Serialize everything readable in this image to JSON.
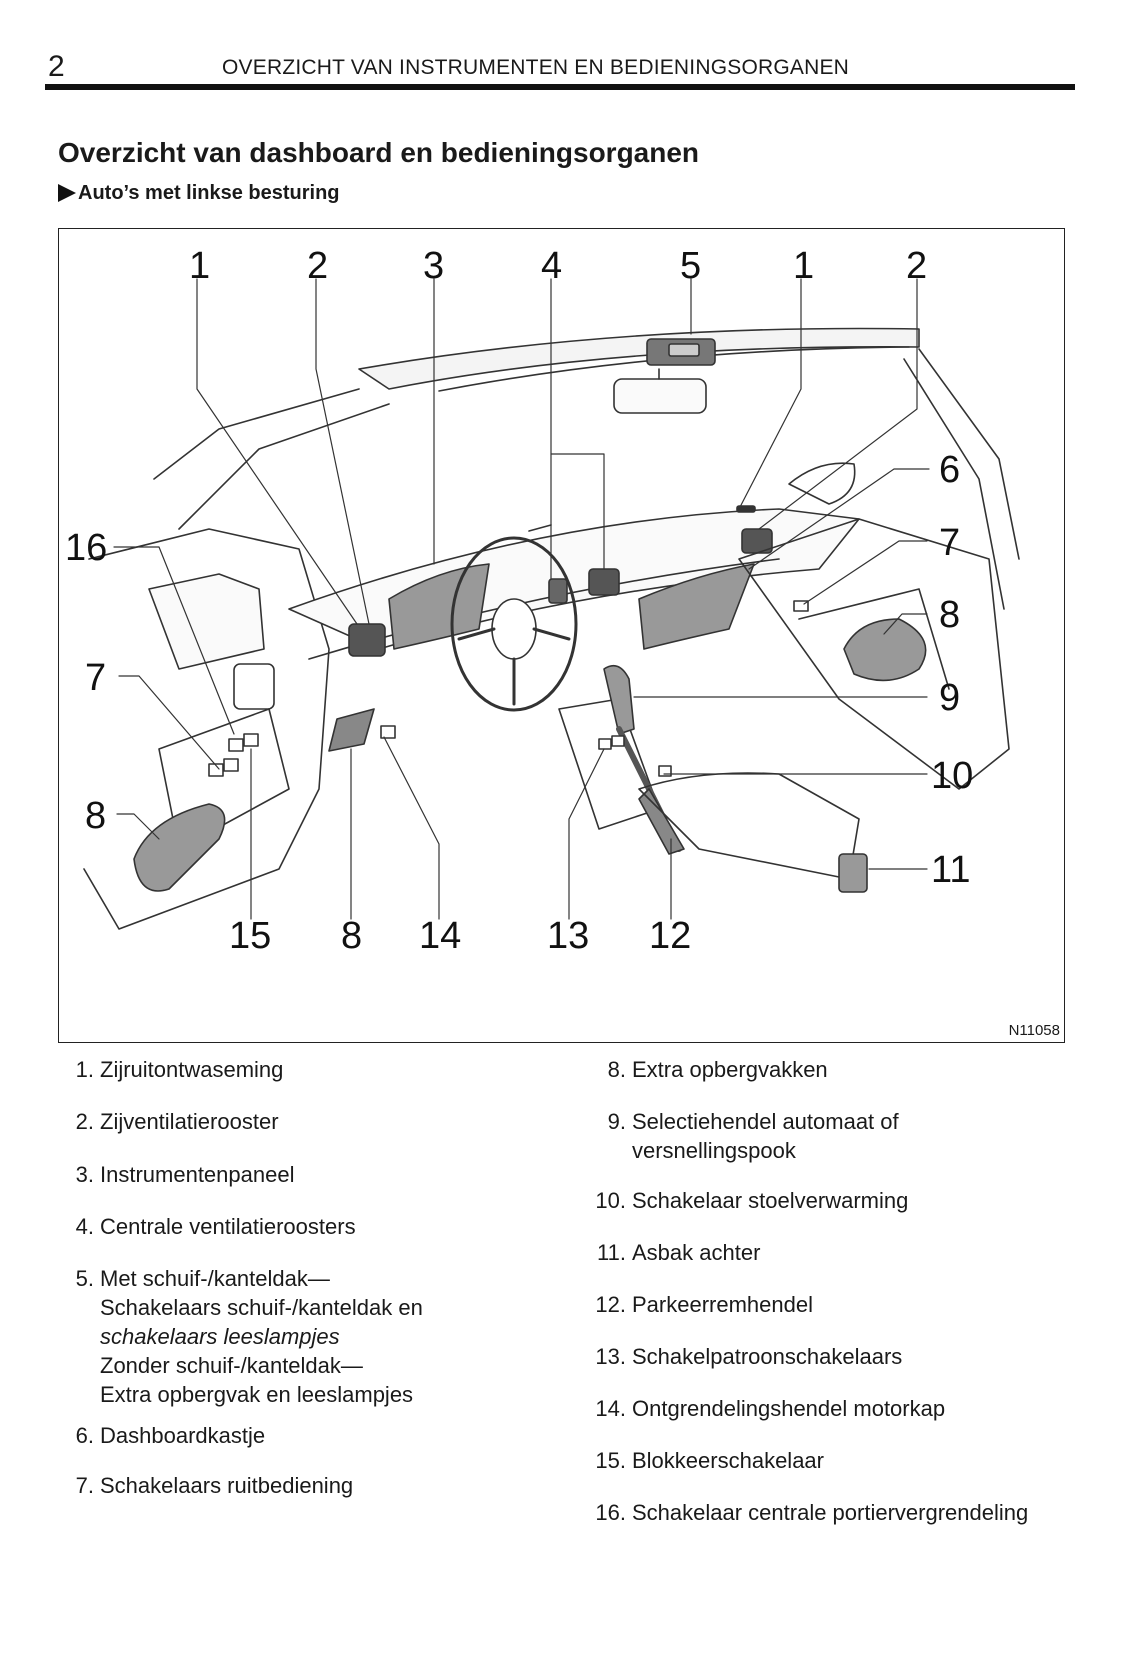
{
  "header": {
    "page_number": "2",
    "running_title": "OVERZICHT VAN INSTRUMENTEN EN BEDIENINGSORGANEN"
  },
  "section": {
    "title": "Overzicht van dashboard en bedieningsorganen",
    "subtitle": "Auto’s met linkse besturing"
  },
  "figure": {
    "code": "N11058",
    "callouts_top": [
      "1",
      "2",
      "3",
      "4",
      "5",
      "1",
      "2"
    ],
    "callouts_right": [
      "6",
      "7",
      "8",
      "9",
      "10",
      "11"
    ],
    "callouts_left": [
      "16",
      "7",
      "8"
    ],
    "callouts_bottom": [
      "15",
      "8",
      "14",
      "13",
      "12"
    ]
  },
  "legend_left": [
    {
      "num": "1.",
      "lines": [
        "Zijruitontwaseming"
      ]
    },
    {
      "num": "2.",
      "lines": [
        "Zijventilatierooster"
      ]
    },
    {
      "num": "3.",
      "lines": [
        "Instrumentenpaneel"
      ]
    },
    {
      "num": "4.",
      "lines": [
        "Centrale ventilatieroosters"
      ]
    },
    {
      "num": "5.",
      "lines": [
        "Met schuif-/kanteldak—",
        "Schakelaars schuif-/kanteldak en",
        "schakelaars leeslampjes",
        "Zonder schuif-/kanteldak—",
        "Extra opbergvak en leeslampjes"
      ]
    },
    {
      "num": "6.",
      "lines": [
        "Dashboardkastje"
      ]
    },
    {
      "num": "7.",
      "lines": [
        "Schakelaars ruitbediening"
      ]
    }
  ],
  "legend_right": [
    {
      "num": "8.",
      "lines": [
        "Extra opbergvakken"
      ]
    },
    {
      "num": "9.",
      "lines": [
        "Selectiehendel automaat of",
        "versnellingspook"
      ]
    },
    {
      "num": "10.",
      "lines": [
        "Schakelaar stoelverwarming"
      ]
    },
    {
      "num": "11.",
      "lines": [
        "Asbak achter"
      ]
    },
    {
      "num": "12.",
      "lines": [
        "Parkeerremhendel"
      ]
    },
    {
      "num": "13.",
      "lines": [
        "Schakelpatroonschakelaars"
      ]
    },
    {
      "num": "14.",
      "lines": [
        "Ontgrendelingshendel motorkap"
      ]
    },
    {
      "num": "15.",
      "lines": [
        "Blokkeerschakelaar"
      ]
    },
    {
      "num": "16.",
      "lines": [
        "Schakelaar centrale portiervergrendeling"
      ]
    }
  ]
}
